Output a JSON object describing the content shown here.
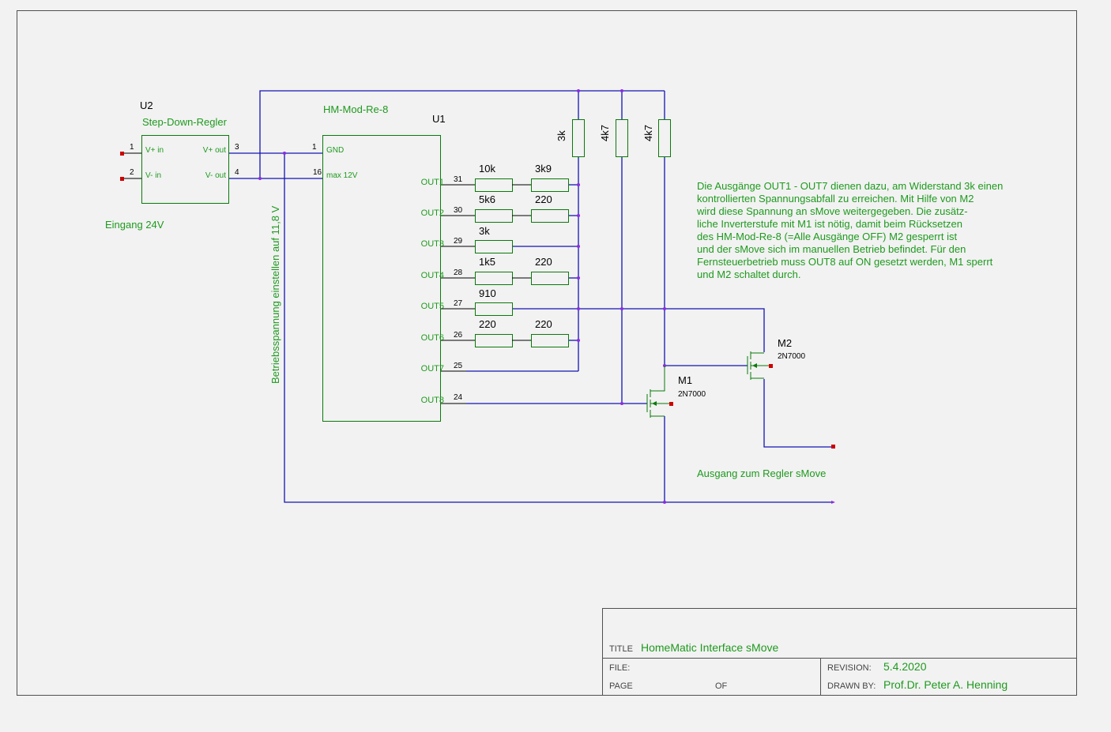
{
  "u2": {
    "ref": "U2",
    "name": "Step-Down-Regler",
    "pins": [
      {
        "num": "1",
        "label": "V+ in"
      },
      {
        "num": "2",
        "label": "V- in"
      },
      {
        "num": "3",
        "label": "V+ out"
      },
      {
        "num": "4",
        "label": "V- out"
      }
    ],
    "input_label": "Eingang 24V"
  },
  "u1": {
    "ref": "U1",
    "name": "HM-Mod-Re-8",
    "power_pins": [
      {
        "num": "1",
        "label": "GND"
      },
      {
        "num": "16",
        "label": "max 12V"
      }
    ],
    "outputs": [
      {
        "label": "OUT1",
        "pin": "31"
      },
      {
        "label": "OUT2",
        "pin": "30"
      },
      {
        "label": "OUT3",
        "pin": "29"
      },
      {
        "label": "OUT4",
        "pin": "28"
      },
      {
        "label": "OUT5",
        "pin": "27"
      },
      {
        "label": "OUT6",
        "pin": "26"
      },
      {
        "label": "OUT7",
        "pin": "25"
      },
      {
        "label": "OUT8",
        "pin": "24"
      }
    ]
  },
  "resistors": {
    "row1": [
      "10k",
      "3k9"
    ],
    "row2": [
      "5k6",
      "220"
    ],
    "row3": [
      "3k"
    ],
    "row4": [
      "1k5",
      "220"
    ],
    "row5": [
      "910"
    ],
    "row6": [
      "220",
      "220"
    ],
    "vertical": [
      "3k",
      "4k7",
      "4k7"
    ]
  },
  "vertical_label": "Betriebsspannung einstellen auf 11,8 V",
  "m1": {
    "ref": "M1",
    "type": "2N7000"
  },
  "m2": {
    "ref": "M2",
    "type": "2N7000"
  },
  "description": [
    "Die Ausgänge OUT1 - OUT7 dienen dazu, am Widerstand 3k einen",
    "kontrollierten Spannungsabfall zu erreichen. Mit Hilfe von M2",
    "wird diese Spannung an sMove weitergegeben. Die zusätz-",
    "liche Inverterstufe mit M1 ist nötig, damit beim Rücksetzen",
    "des HM-Mod-Re-8 (=Alle Ausgänge OFF) M2 gesperrt ist",
    "und der sMove sich im manuellen Betrieb befindet. Für den",
    "Fernsteuerbetrieb muss OUT8 auf ON gesetzt werden, M1 sperrt",
    "und M2 schaltet durch."
  ],
  "output_label": "Ausgang zum Regler sMove",
  "title_block": {
    "title_key": "TITLE",
    "title": "HomeMatic Interface sMove",
    "file_key": "FILE:",
    "page_key": "PAGE",
    "of_key": "OF",
    "revision_key": "REVISION:",
    "revision": "5.4.2020",
    "drawn_key": "DRAWN BY:",
    "drawn_by": "Prof.Dr. Peter A. Henning"
  },
  "colors": {
    "component": "#0a7a0a",
    "label": "#1e9a1e",
    "wire": "#1414b4",
    "pin_end": "#cc0000",
    "junction": "#8a2be2"
  }
}
